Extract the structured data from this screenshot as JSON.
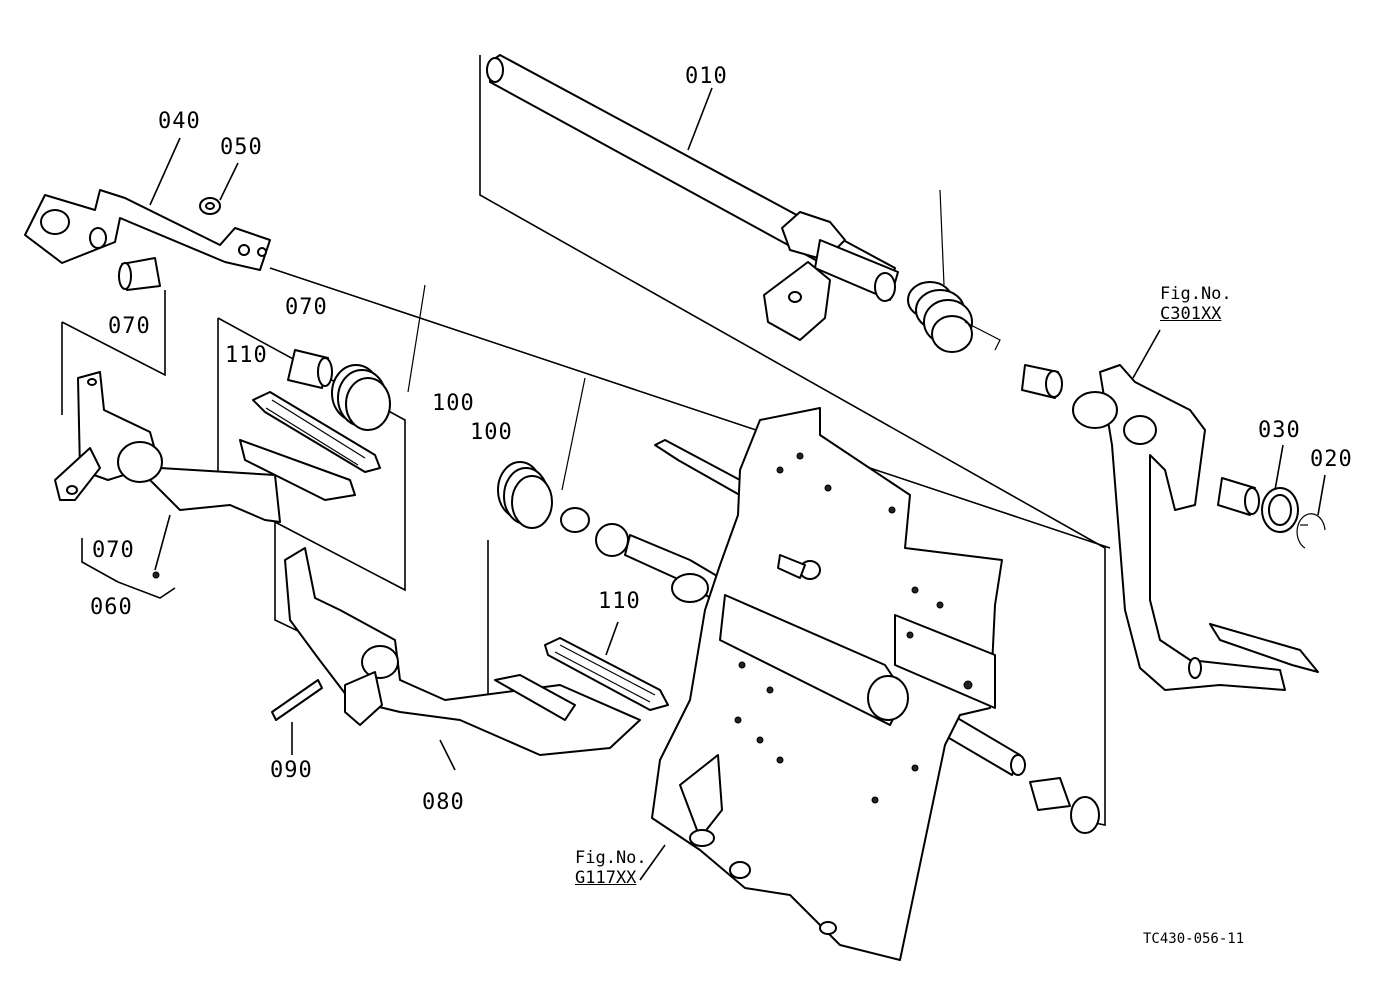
{
  "parts": [
    {
      "id": "p010",
      "label": "010"
    },
    {
      "id": "p020",
      "label": "020"
    },
    {
      "id": "p030",
      "label": "030"
    },
    {
      "id": "p040",
      "label": "040"
    },
    {
      "id": "p050",
      "label": "050"
    },
    {
      "id": "p060",
      "label": "060"
    },
    {
      "id": "p070a",
      "label": "070"
    },
    {
      "id": "p070b",
      "label": "070"
    },
    {
      "id": "p070c",
      "label": "070"
    },
    {
      "id": "p080",
      "label": "080"
    },
    {
      "id": "p090",
      "label": "090"
    },
    {
      "id": "p100a",
      "label": "100"
    },
    {
      "id": "p100b",
      "label": "100"
    },
    {
      "id": "p110a",
      "label": "110"
    },
    {
      "id": "p110b",
      "label": "110"
    }
  ],
  "figure_refs": [
    {
      "prefix": "Fig.No.",
      "code": "C301XX"
    },
    {
      "prefix": "Fig.No.",
      "code": "G117XX"
    }
  ],
  "document_id": "TC430-056-11"
}
